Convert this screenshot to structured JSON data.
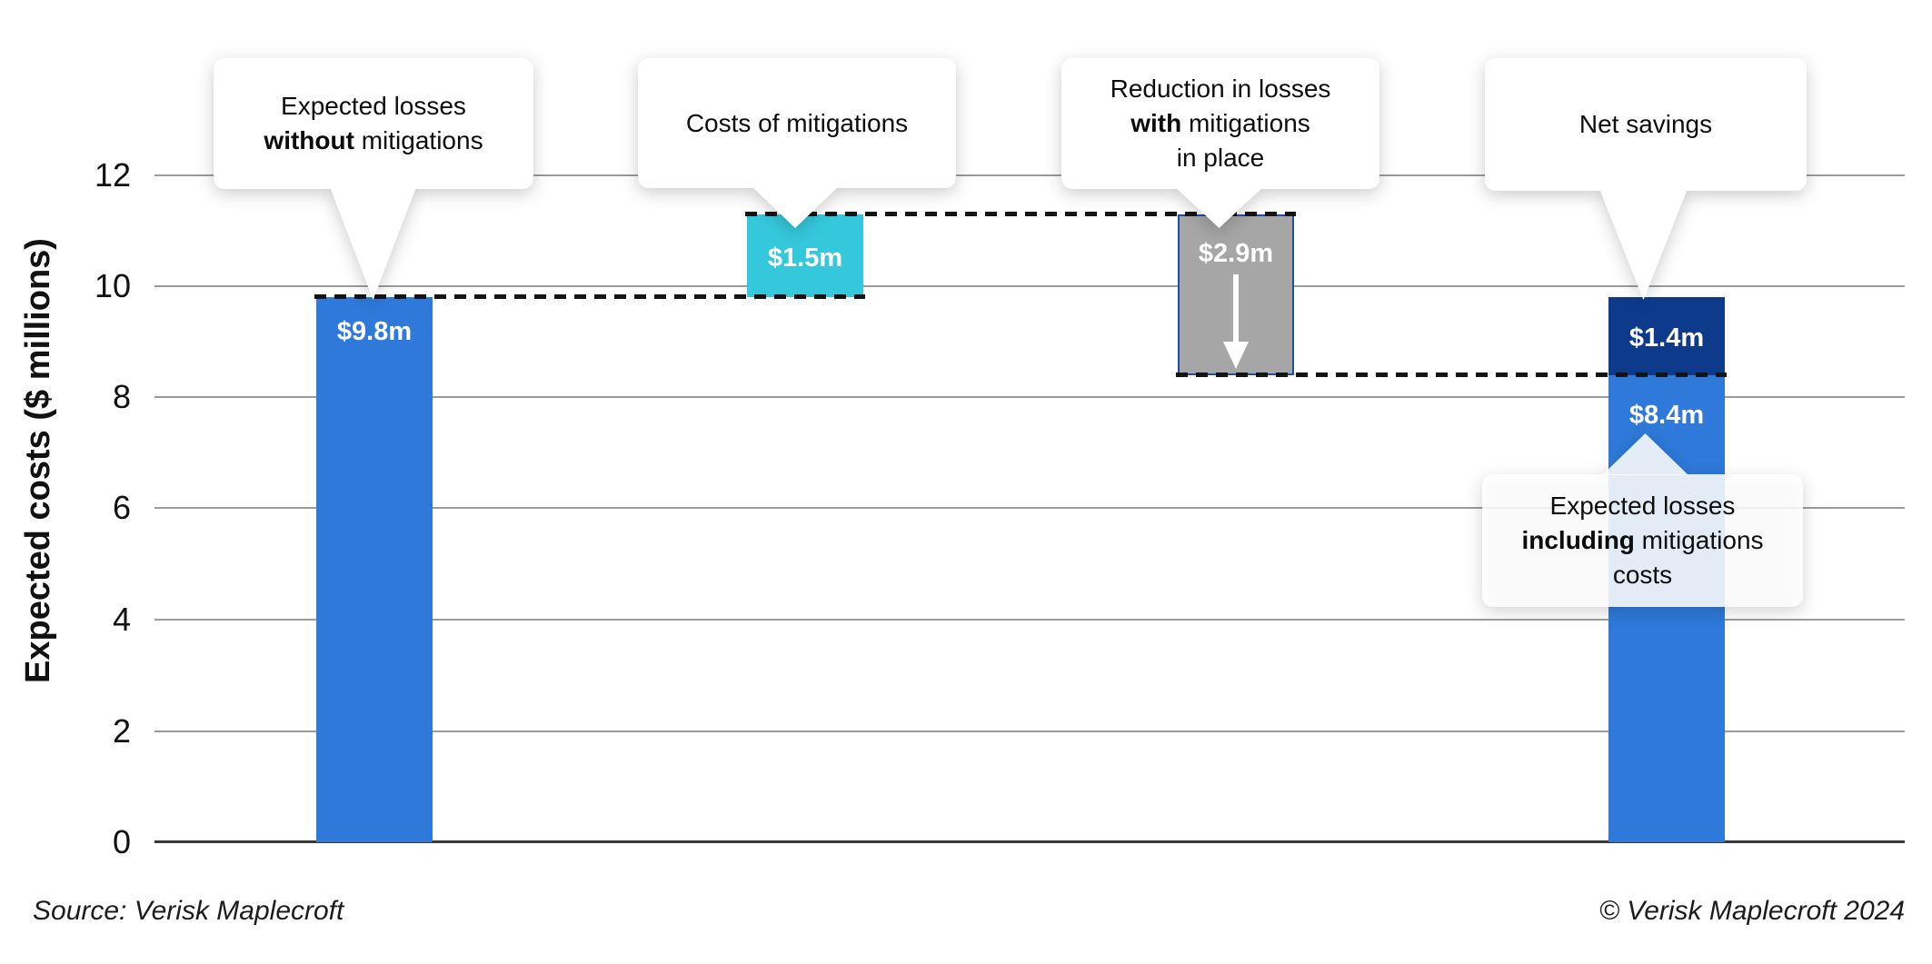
{
  "y_axis": {
    "title": "Expected costs ($ millions)",
    "ticks": [
      "12",
      "10",
      "8",
      "6",
      "4",
      "2",
      "0"
    ]
  },
  "callouts": {
    "c1": {
      "line1": "Expected losses",
      "bold": "without",
      "rest": " mitigations"
    },
    "c2": {
      "line1": "Costs of mitigations"
    },
    "c3": {
      "line1": "Reduction in losses",
      "bold": "with",
      "rest": " mitigations",
      "line3": "in place"
    },
    "c4": {
      "line1": "Net savings"
    },
    "c5": {
      "line1": "Expected losses",
      "bold": "including",
      "rest": " mitigations",
      "line3": "costs"
    }
  },
  "footer": {
    "source": "Source: Verisk Maplecroft",
    "copyright": "© Verisk Maplecroft 2024"
  },
  "chart_data": {
    "type": "waterfall",
    "title": "",
    "ylabel": "Expected costs ($ millions)",
    "ylim": [
      0,
      12.6
    ],
    "yticks": [
      0,
      2,
      4,
      6,
      8,
      10,
      12
    ],
    "grid": "horizontal",
    "legend": false,
    "steps": [
      {
        "name": "Expected losses without mitigations",
        "value": 9.8,
        "from": 0,
        "to": 9.8,
        "label": "$9.8m",
        "color_key": "blue"
      },
      {
        "name": "Costs of mitigations",
        "value": 1.5,
        "from": 9.8,
        "to": 11.3,
        "label": "$1.5m",
        "color_key": "cyan"
      },
      {
        "name": "Reduction in losses with mitigations in place",
        "value": -2.9,
        "from": 11.3,
        "to": 8.4,
        "label": "$2.9m",
        "color_key": "gray",
        "icon": "down-arrow-icon"
      },
      {
        "name": "Net savings",
        "value": 1.4,
        "from": 8.4,
        "to": 9.8,
        "label": "$1.4m",
        "color_key": "navy"
      },
      {
        "name": "Expected losses including mitigations costs",
        "value": 8.4,
        "from": 0,
        "to": 8.4,
        "label": "$8.4m",
        "color_key": "blue"
      }
    ],
    "dashed_connectors": [
      {
        "level": 9.8,
        "between": [
          "Expected losses without mitigations",
          "Costs of mitigations"
        ]
      },
      {
        "level": 11.3,
        "between": [
          "Costs of mitigations",
          "Reduction in losses with mitigations in place"
        ]
      },
      {
        "level": 8.4,
        "between": [
          "Reduction in losses with mitigations in place",
          "Net savings"
        ]
      }
    ],
    "colors": {
      "blue": "#2e79d9",
      "cyan": "#35c8dc",
      "gray": "#a6a6a6",
      "navy": "#0e3a8c",
      "gray_border": "#1d4fa3",
      "dash": "#141414",
      "gridline": "#9c9c9c",
      "axis": "#383838"
    }
  }
}
